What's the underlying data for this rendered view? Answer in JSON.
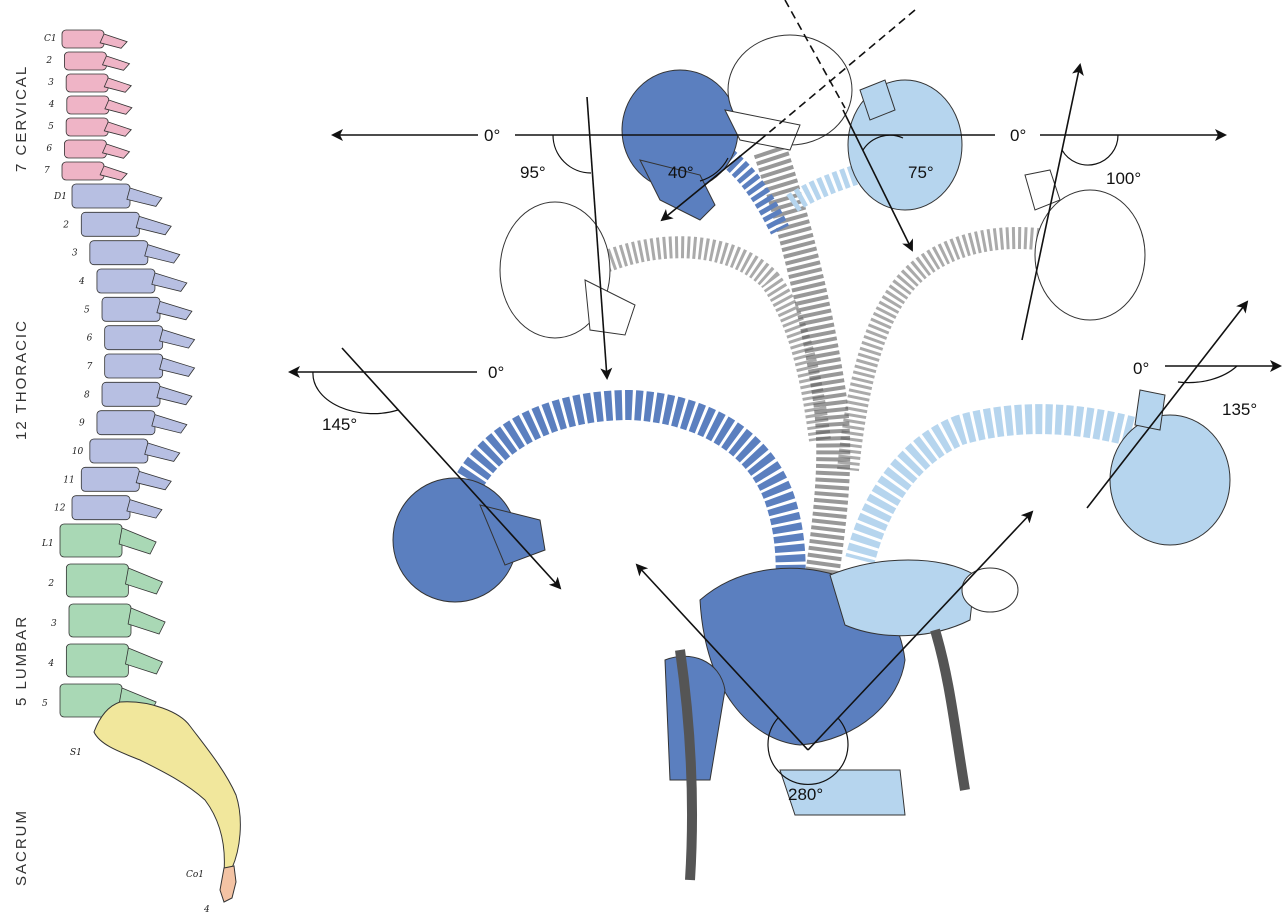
{
  "colors": {
    "cervical": "#efb4c6",
    "thoracic": "#b7bfe2",
    "lumbar": "#a9d8b5",
    "sacrum": "#f1e79c",
    "coccyx": "#f3c3a4",
    "dark_blue": "#5b7fbf",
    "light_blue": "#b6d5ee",
    "white_bone": "#ffffff",
    "ink": "#111111"
  },
  "regions": {
    "cervical": "7 CERVICAL",
    "thoracic": "12 THORACIC",
    "lumbar": "5 LUMBAR",
    "sacrum": "SACRUM"
  },
  "vertebra_labels": {
    "cervical": [
      "C1",
      "2",
      "3",
      "4",
      "5",
      "6",
      "7"
    ],
    "thoracic": [
      "D1",
      "2",
      "3",
      "4",
      "5",
      "6",
      "7",
      "8",
      "9",
      "10",
      "11",
      "12"
    ],
    "lumbar": [
      "L1",
      "2",
      "3",
      "4",
      "5"
    ],
    "sacrum": [
      "S1"
    ],
    "coccyx": [
      "Co1",
      "4"
    ]
  },
  "angles": {
    "ref_top_left": "0°",
    "ref_top_right": "0°",
    "ref_mid_left": "0°",
    "ref_mid_right": "0°",
    "flexion_95": "95°",
    "flexion_40": "40°",
    "extension_75": "75°",
    "extension_100": "100°",
    "flexion_145": "145°",
    "extension_135": "135°",
    "total_280": "280°"
  },
  "icons": [
    "spine-illustration",
    "skull-icon",
    "arrow-icon",
    "human-figure-icon"
  ]
}
